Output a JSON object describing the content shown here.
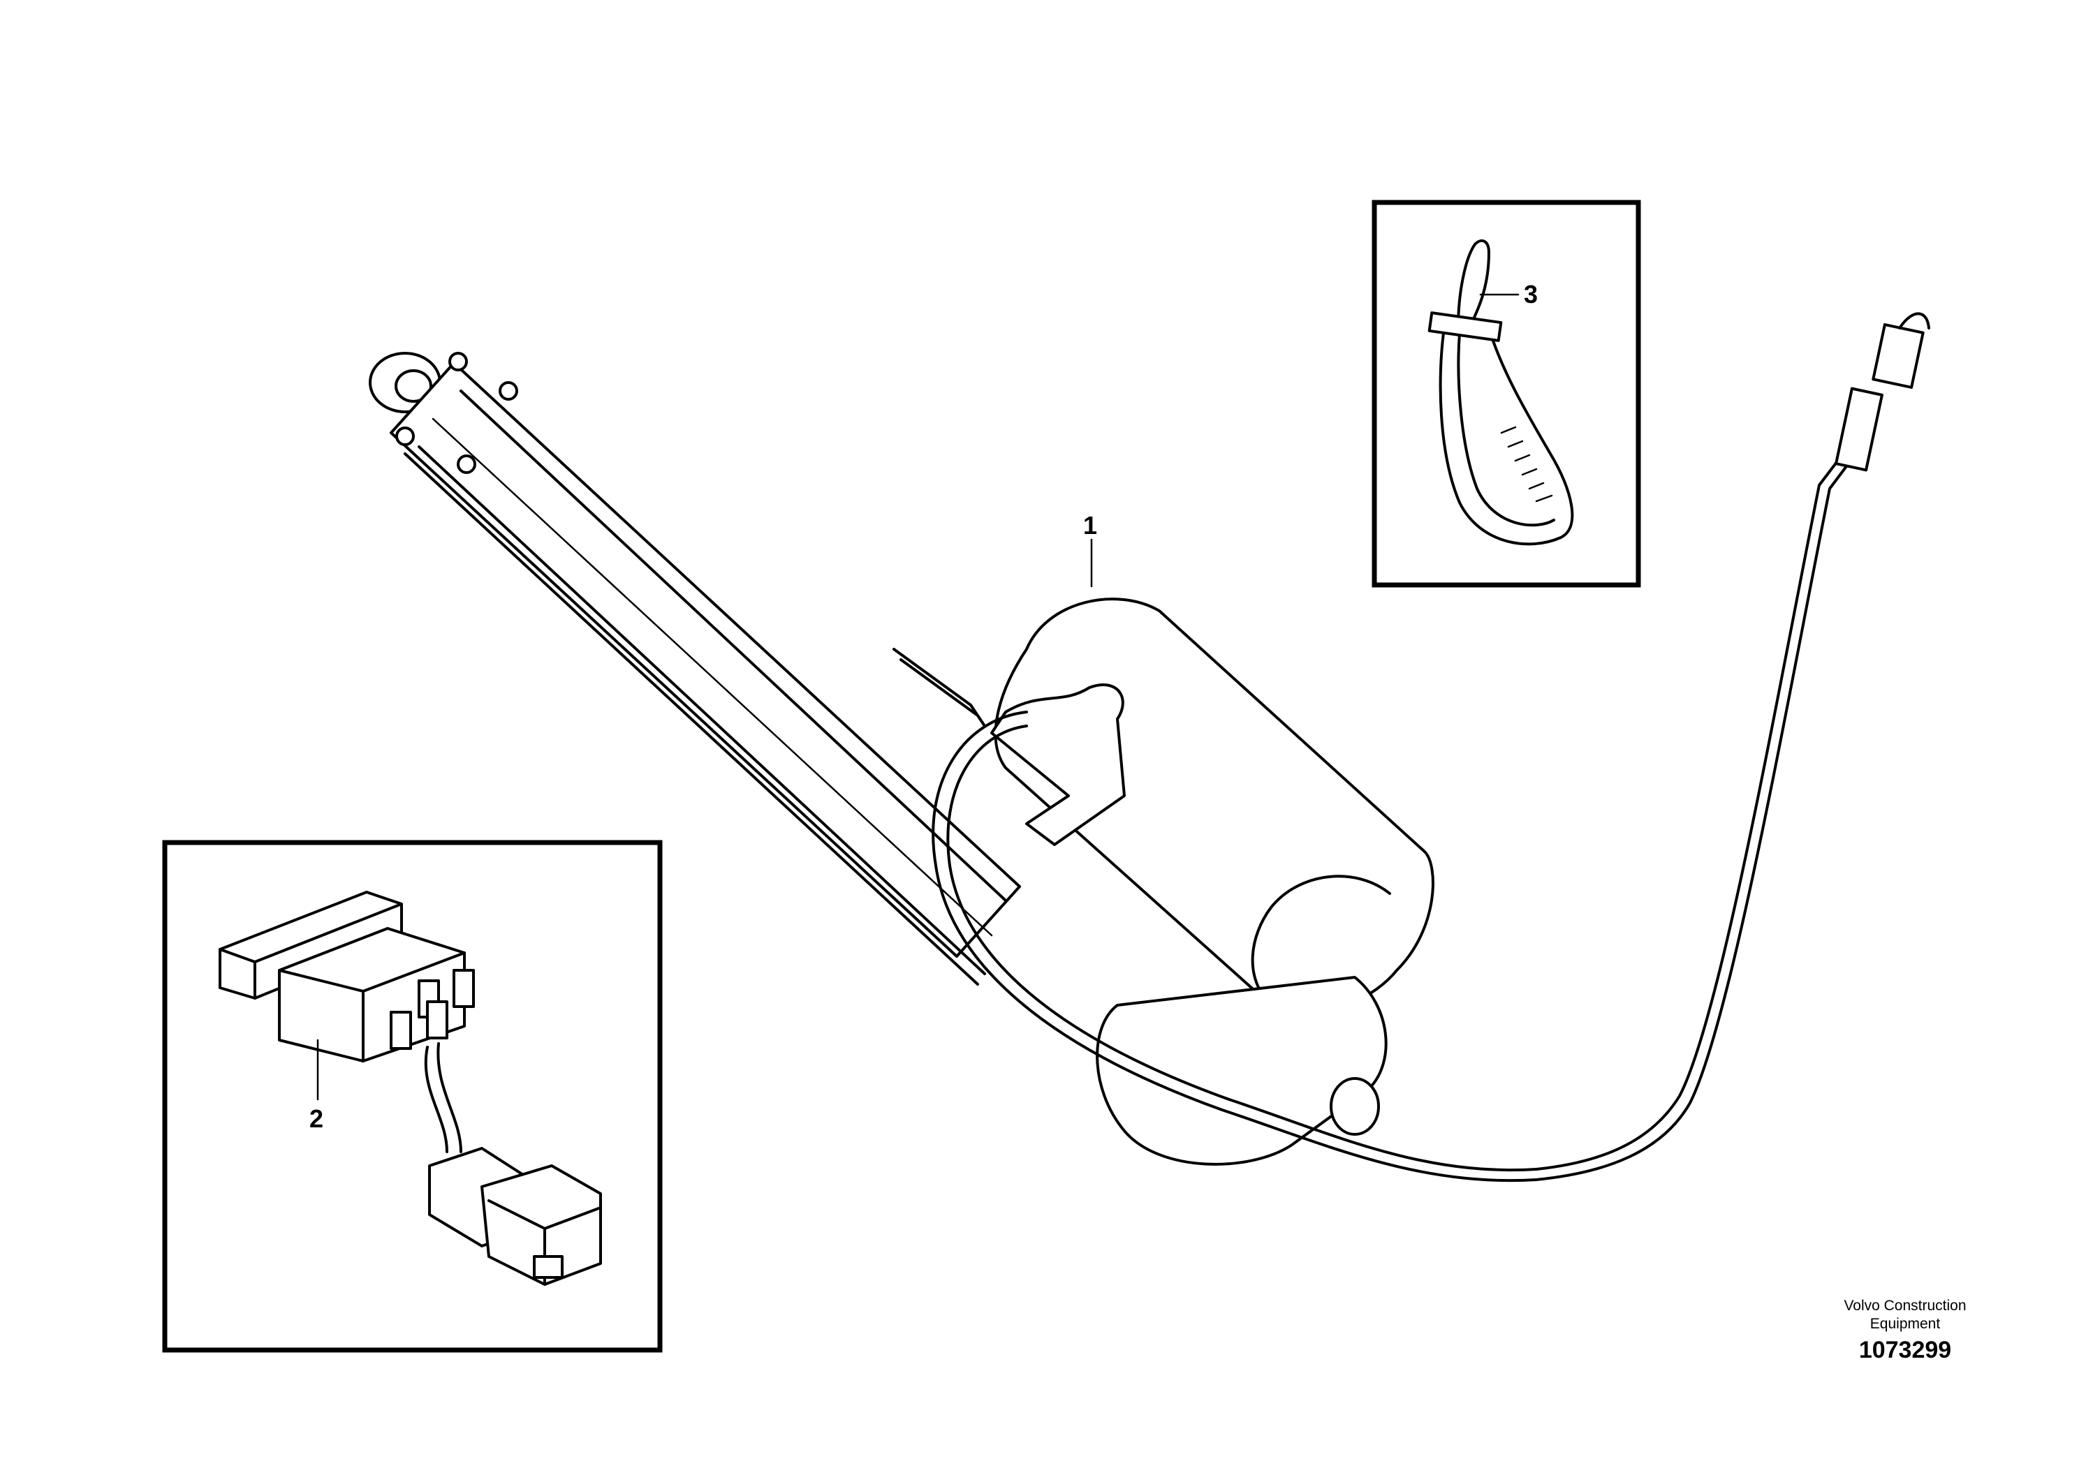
{
  "callouts": {
    "item1": "1",
    "item2": "2",
    "item3": "3"
  },
  "footer": {
    "brand_line1": "Volvo Construction",
    "brand_line2": "Equipment",
    "document_number": "1073299"
  }
}
